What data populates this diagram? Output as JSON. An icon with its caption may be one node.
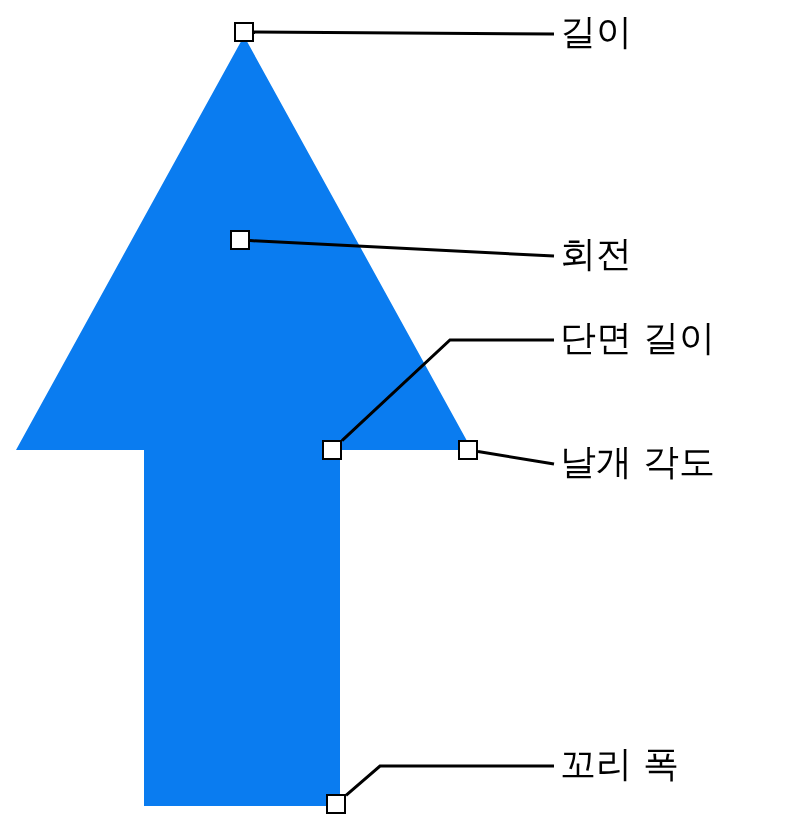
{
  "diagram": {
    "nodes": [
      {
        "text": [],
        "shape": "picture"
      },
      {
        "text": [],
        "shape": "box"
      },
      {
        "text": [
          "길이"
        ]
      },
      {
        "text": [],
        "shape": "box",
        "in": 0
      },
      {
        "text": [
          "회전"
        ]
      },
      {
        "text": [],
        "shape": "box",
        "in": 0
      },
      {
        "text": [
          "단면 길이"
        ]
      },
      {
        "text": [],
        "shape": "box"
      },
      {
        "text": [
          "날개 각도"
        ]
      },
      {
        "text": [],
        "shape": "box"
      },
      {
        "text": [
          "꼬리 폭"
        ]
      }
    ],
    "edges": [
      {
        "from": 2,
        "to": 1,
        "arrow": "none"
      },
      {
        "from": 4,
        "to": 3,
        "arrow": "none"
      },
      {
        "from": 6,
        "to": 5,
        "arrow": "none"
      },
      {
        "from": 8,
        "to": 7,
        "arrow": "none"
      },
      {
        "from": 10,
        "to": 9,
        "arrow": "none"
      }
    ]
  }
}
